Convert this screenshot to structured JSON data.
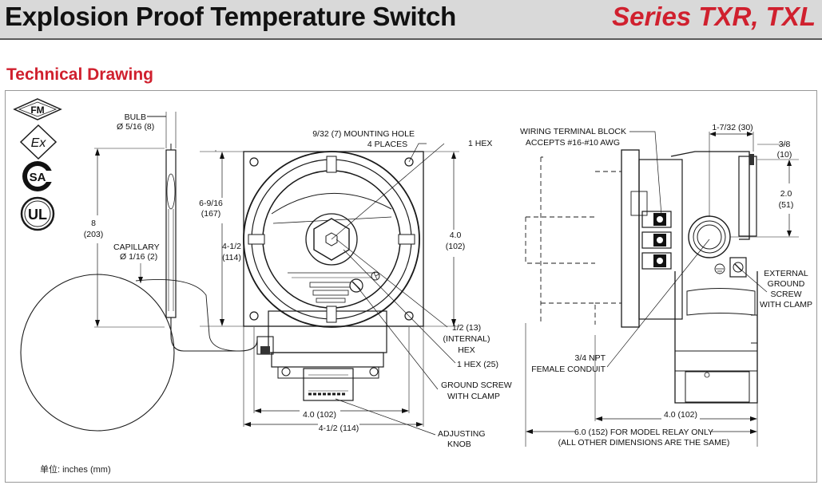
{
  "header": {
    "title": "Explosion Proof Temperature Switch",
    "series": "Series TXR, TXL"
  },
  "section_title": "Technical Drawing",
  "accent_color": "#d0202e",
  "units_label": "单位:   inches (mm)",
  "certifications": [
    "FM",
    "Ex",
    "SA",
    "UL"
  ],
  "labels": {
    "bulb": "BULB",
    "bulb_dim": "Ø 5/16 (8)",
    "capillary": "CAPILLARY",
    "capillary_dim": "Ø 1/16 (2)",
    "len_8_a": "8",
    "len_8_b": "(203)",
    "h6916_a": "6-9/16",
    "h6916_b": "(167)",
    "h412_a": "4-1/2",
    "h412_b": "(114)",
    "mount_a": "9/32 (7) MOUNTING HOLE",
    "mount_b": "4 PLACES",
    "hex1": "1 HEX",
    "d40_a": "4.0",
    "d40_b": "(102)",
    "hex12_a": "1/2 (13)",
    "hex12_b": "(INTERNAL)",
    "hex12_c": "HEX",
    "hex125": "1 HEX (25)",
    "gs_a": "GROUND SCREW",
    "gs_b": "WITH CLAMP",
    "w40": "4.0 (102)",
    "w412": "4-1/2 (114)",
    "knob_a": "ADJUSTING",
    "knob_b": "KNOB",
    "wtb_a": "WIRING TERMINAL BLOCK",
    "wtb_b": "ACCEPTS #16-#10 AWG",
    "d1732_a": "1-7/32 (30)",
    "d38_a": "3/8",
    "d38_b": "(10)",
    "d20_a": "2.0",
    "d20_b": "(51)",
    "egs_a": "EXTERNAL",
    "egs_b": "GROUND",
    "egs_c": "SCREW",
    "egs_d": "WITH CLAMP",
    "npt_a": "3/4 NPT",
    "npt_b": "FEMALE CONDUIT",
    "w40_side": "4.0 (102)",
    "relay_a": "6.0 (152) FOR MODEL RELAY ONLY",
    "relay_b": "(ALL OTHER DIMENSIONS ARE THE SAME)"
  }
}
